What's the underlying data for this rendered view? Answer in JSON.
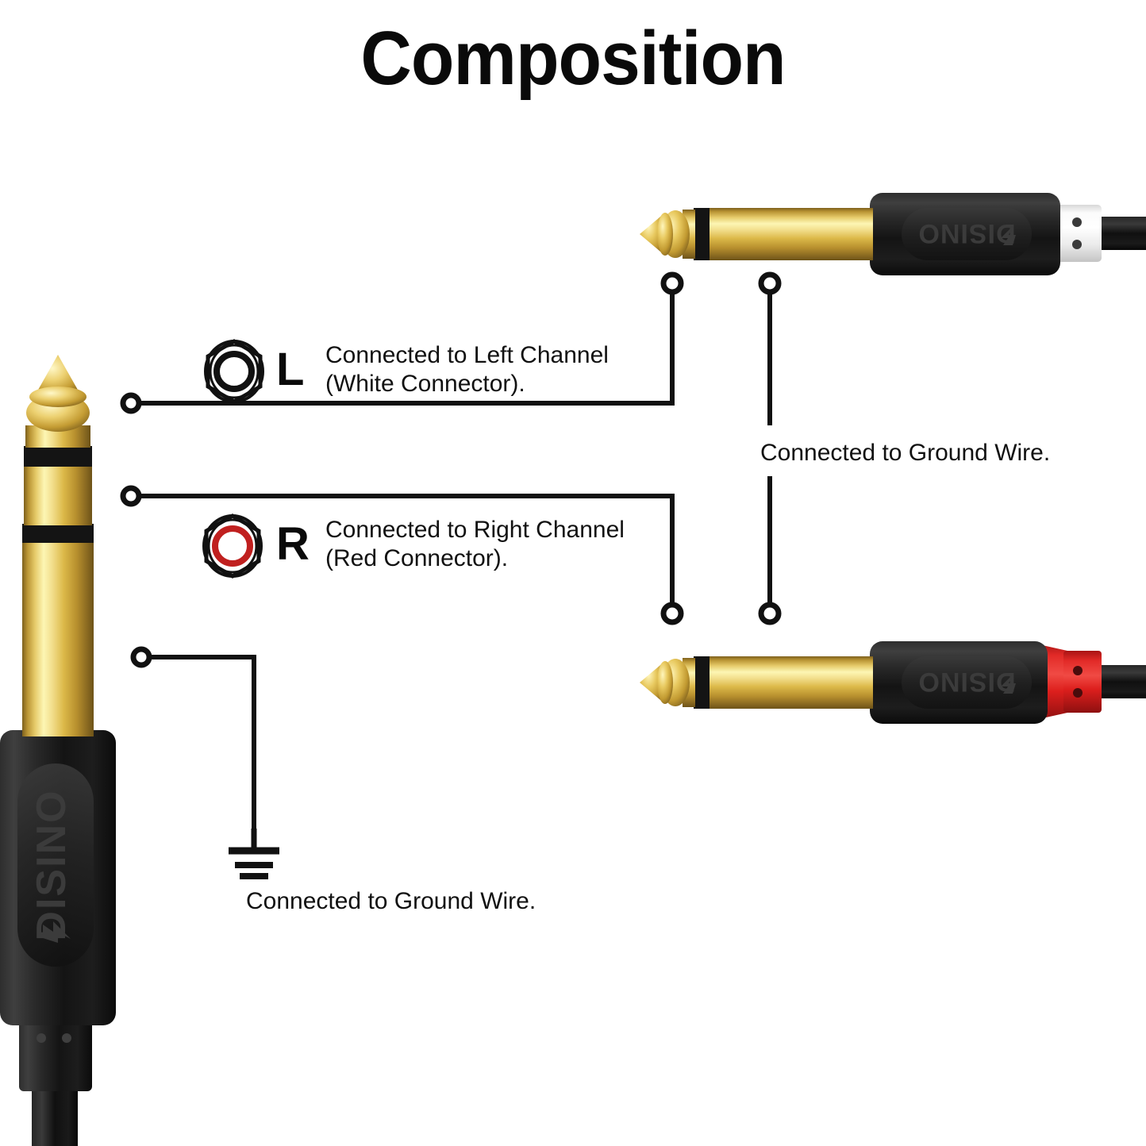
{
  "page": {
    "title": "Composition",
    "background": "#ffffff",
    "text_color": "#111111"
  },
  "colors": {
    "gold_dark": "#8a6a22",
    "gold_mid": "#d9b544",
    "gold_light": "#fdf5ae",
    "black_body": "#1b1b1b",
    "black_cable": "#131313",
    "white_collar": "#f4f4f4",
    "red_collar": "#e0201f",
    "red_ring": "#c8201f",
    "line": "#111111"
  },
  "icons": {
    "left_jack": "hex-nut-white-icon",
    "right_jack": "hex-nut-red-icon",
    "ground": "ground-symbol-icon",
    "brand": "disino-lightning-logo"
  },
  "callouts": [
    {
      "id": "left-channel",
      "letter": "L",
      "icon": "hex-nut-white-icon",
      "line1": "Connected to Left Channel",
      "line2": "(White Connector)."
    },
    {
      "id": "right-channel",
      "letter": "R",
      "icon": "hex-nut-red-icon",
      "line1": "Connected to Right Channel",
      "line2": "(Red Connector)."
    },
    {
      "id": "ground-right",
      "letter": "",
      "icon": "",
      "line1": "Connected to Ground Wire.",
      "line2": ""
    },
    {
      "id": "ground-left",
      "letter": "",
      "icon": "ground-symbol-icon",
      "line1": "Connected to Ground Wire.",
      "line2": ""
    }
  ],
  "connectors": [
    {
      "id": "trs-main-plug",
      "name": "6.35mm TRS stereo plug",
      "orientation": "vertical",
      "tip": "gold",
      "rings": 2,
      "boot": "black",
      "brand": "DISINO"
    },
    {
      "id": "ts-plug-white",
      "name": "6.35mm TS mono plug (white)",
      "orientation": "horizontal",
      "tip": "gold",
      "rings": 1,
      "boot": "white",
      "brand": "DISINO"
    },
    {
      "id": "ts-plug-red",
      "name": "6.35mm TS mono plug (red)",
      "orientation": "horizontal",
      "tip": "gold",
      "rings": 1,
      "boot": "red",
      "brand": "DISINO"
    }
  ]
}
